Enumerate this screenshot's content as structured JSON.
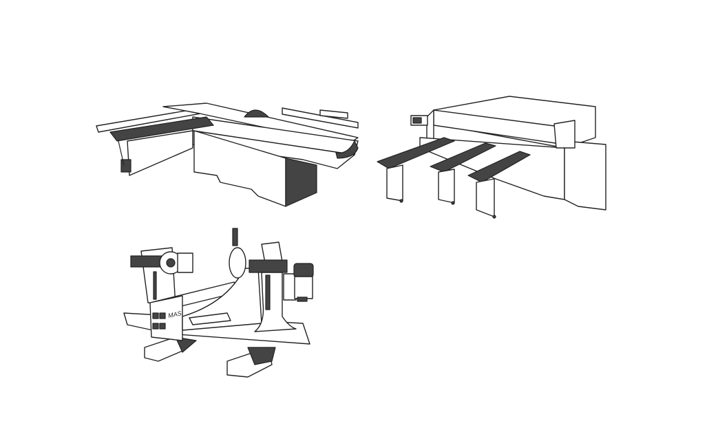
{
  "illustrations": [
    {
      "name": "sliding-table-saw"
    },
    {
      "name": "panel-beam-saw"
    },
    {
      "name": "double-end-miter-saw",
      "logo": "MAS"
    }
  ],
  "colors": {
    "line": "#222222",
    "fill": "#444444",
    "background": "#ffffff"
  }
}
